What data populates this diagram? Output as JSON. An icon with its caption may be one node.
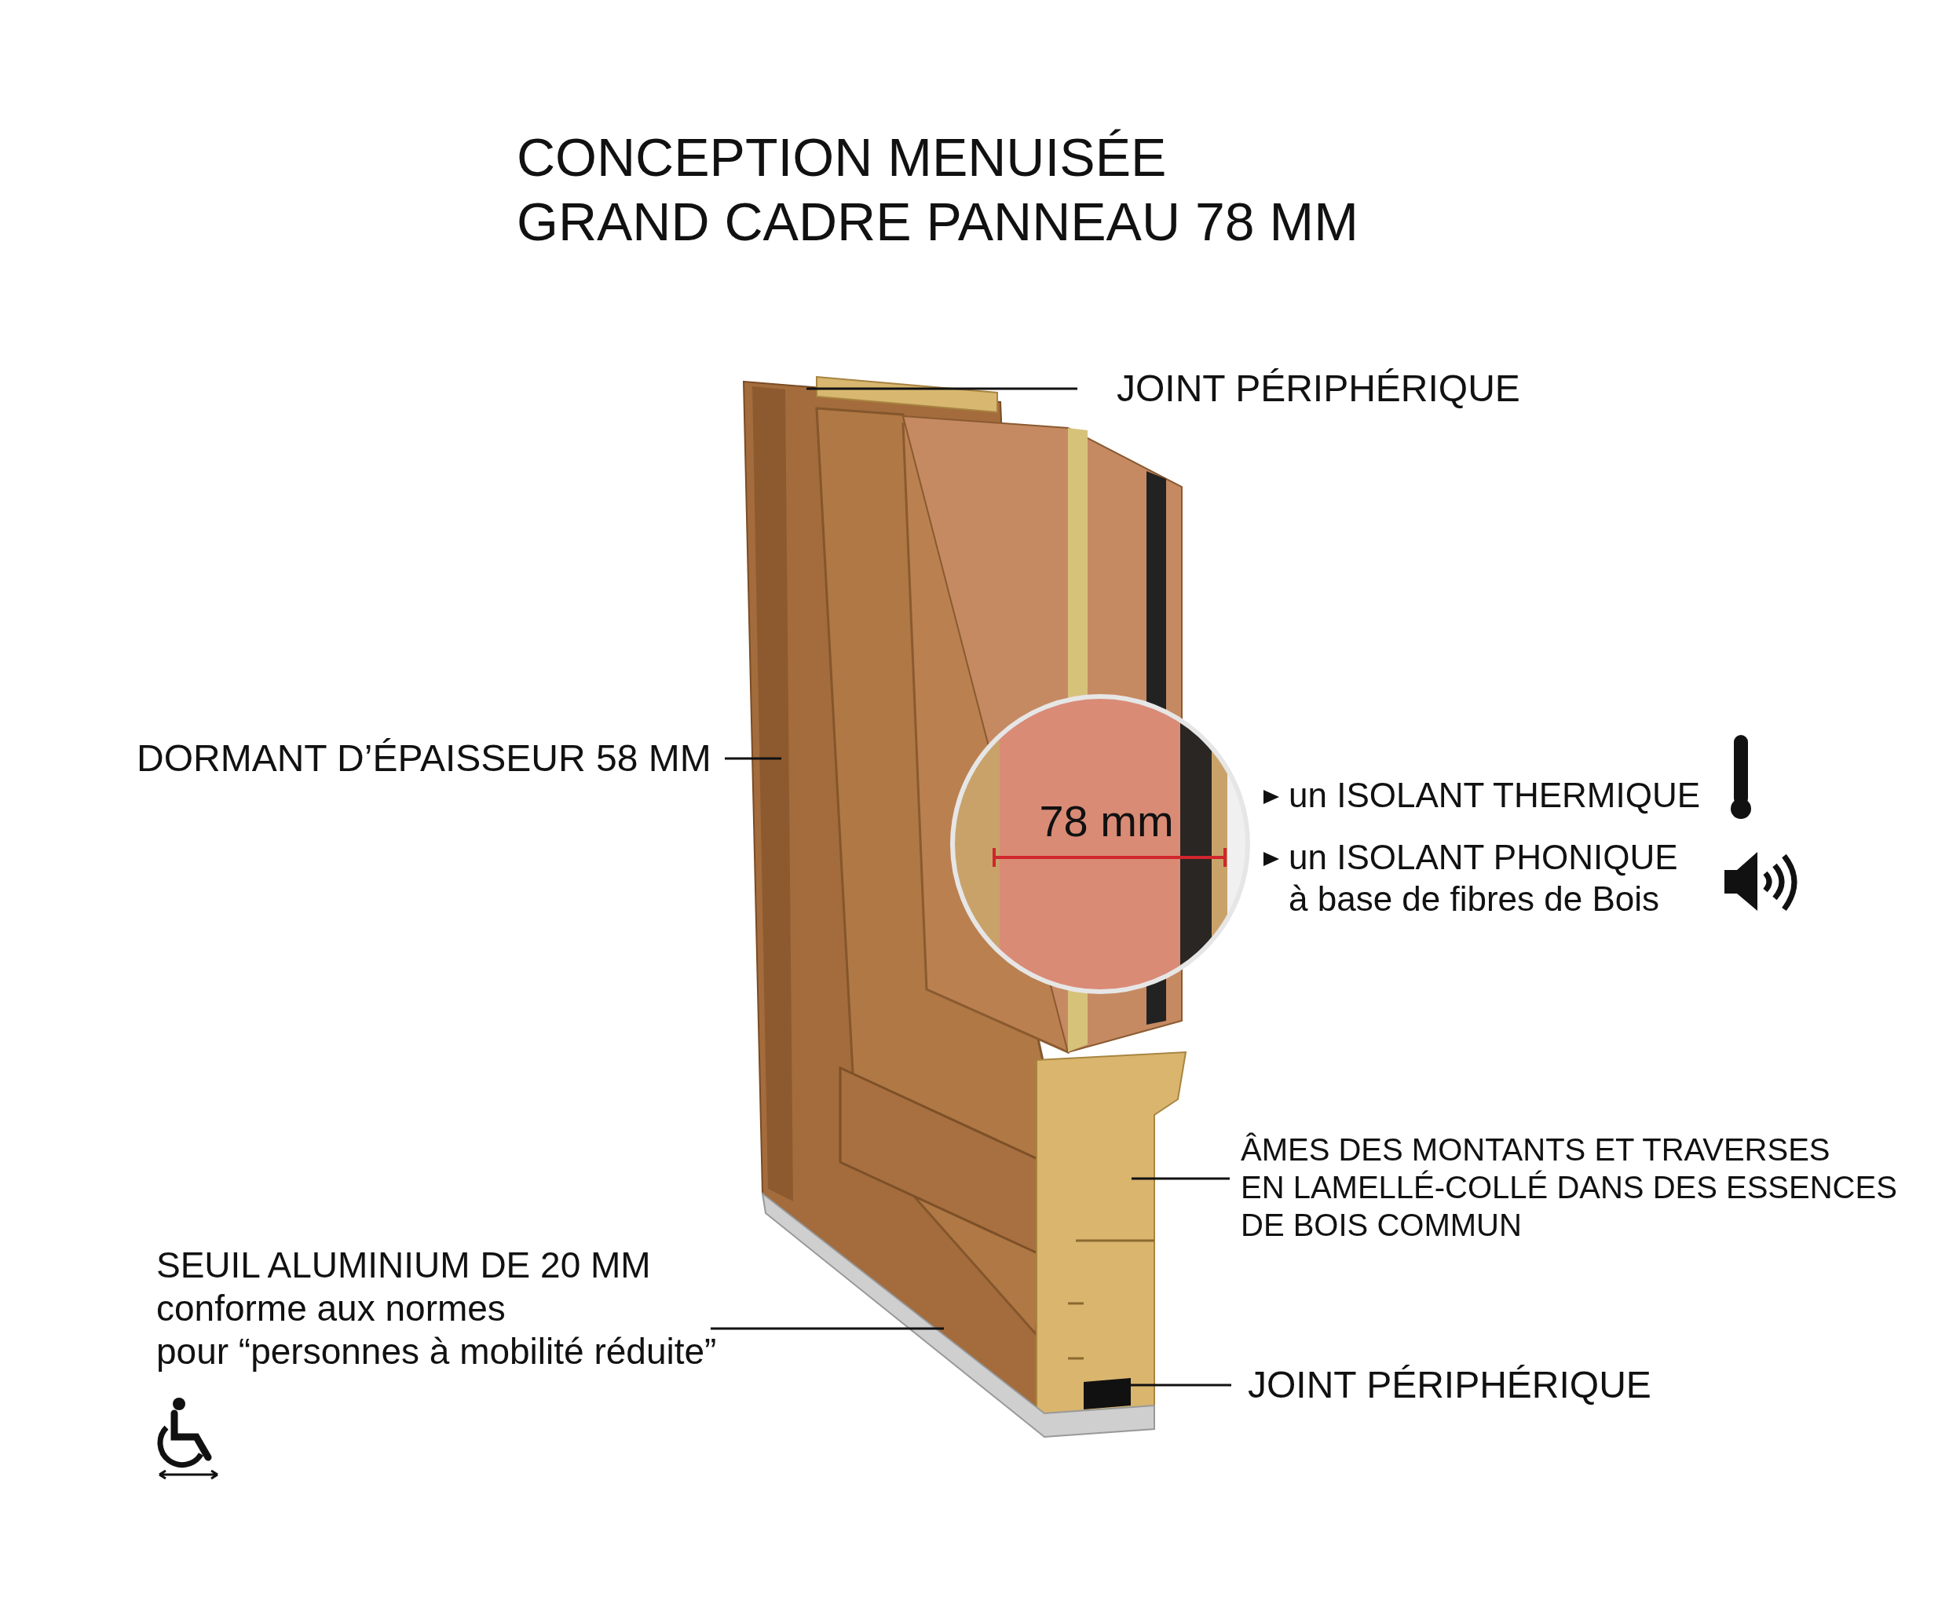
{
  "diagram": {
    "title": "CONCEPTION MENUISÉE GRAND CADRE PANNEAU 78 MM",
    "nodes": [
      {
        "text": [
          "JOINT PÉRIPHÉRIQUE"
        ]
      },
      {
        "text": [
          "DORMANT D’ÉPAISSEUR 58 MM"
        ]
      },
      {
        "text": [
          "ÂMES DES MONTANTS ET TRAVERSES EN LAMELLÉ-COLLÉ DANS DES ESSENCES DE BOIS COMMUN"
        ]
      },
      {
        "text": [
          "SEUIL ALUMINIUM DE 20 MM",
          "conforme aux normes pour “personnes à mobilité réduite”"
        ]
      },
      {
        "text": [
          "JOINT PÉRIPHÉRIQUE"
        ]
      },
      {
        "text": [],
        "shape": "picture"
      }
    ],
    "edges": [
      {
        "from": 0,
        "to": 5,
        "arrow": "none"
      },
      {
        "from": 1,
        "to": 5,
        "arrow": "none"
      },
      {
        "from": 2,
        "to": 5,
        "arrow": "none"
      },
      {
        "from": 3,
        "to": 5,
        "arrow": "none"
      },
      {
        "from": 4,
        "to": 5,
        "arrow": "none"
      }
    ],
    "labels": [
      "78 mm",
      "un ISOLANT THERMIQUE",
      "un ISOLANT PHONIQUE à base de fibres de Bois"
    ]
  }
}
